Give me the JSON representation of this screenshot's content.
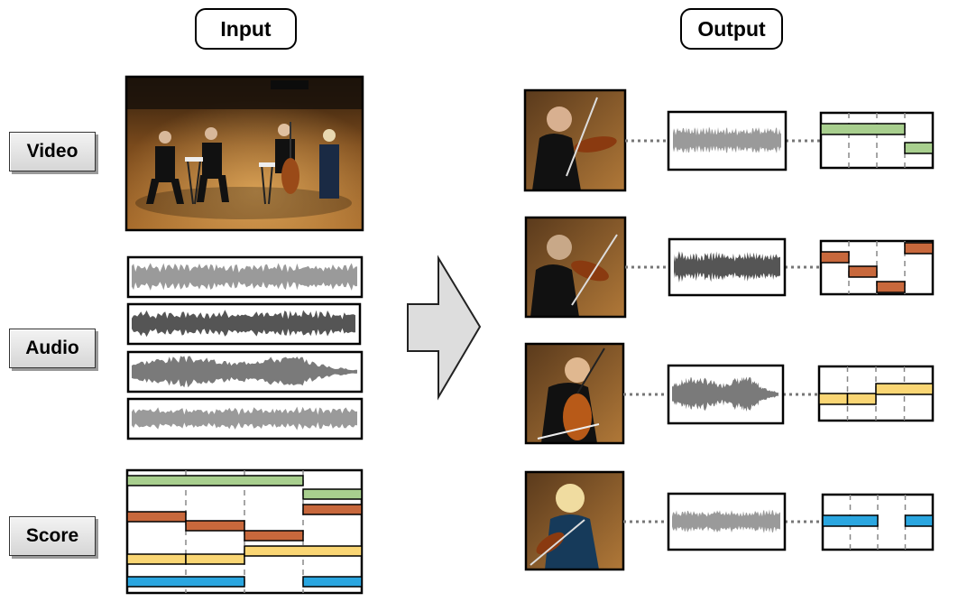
{
  "headers": {
    "input": "Input",
    "output": "Output"
  },
  "input_labels": {
    "video": "Video",
    "audio": "Audio",
    "score": "Score"
  },
  "colors": {
    "violin1": "#a8cf8e",
    "violin2": "#c8683c",
    "viola": "#fad674",
    "cello": "#2aa6e0",
    "wave_light": "#9a9a9a",
    "wave_dark": "#555555",
    "arrow_fill": "#dddddd"
  },
  "score": {
    "measures": 4,
    "note_rows": {
      "green": [
        {
          "start": 0,
          "end": 3
        },
        {
          "start": 3,
          "end": 4
        }
      ],
      "orange": [
        {
          "start": 0,
          "end": 1
        },
        {
          "start": 1,
          "end": 2
        },
        {
          "start": 2,
          "end": 3
        },
        {
          "start": 3,
          "end": 4
        }
      ],
      "yellow": [
        {
          "start": 0,
          "end": 1
        },
        {
          "start": 1,
          "end": 2
        },
        {
          "start": 2,
          "end": 4
        }
      ],
      "blue": [
        {
          "start": 0,
          "end": 2
        },
        {
          "start": 3,
          "end": 4
        }
      ]
    }
  },
  "outputs": [
    {
      "instrument": "violin-1",
      "color_key": "violin1"
    },
    {
      "instrument": "violin-2",
      "color_key": "violin2"
    },
    {
      "instrument": "viola",
      "color_key": "viola"
    },
    {
      "instrument": "cello",
      "color_key": "cello"
    }
  ]
}
